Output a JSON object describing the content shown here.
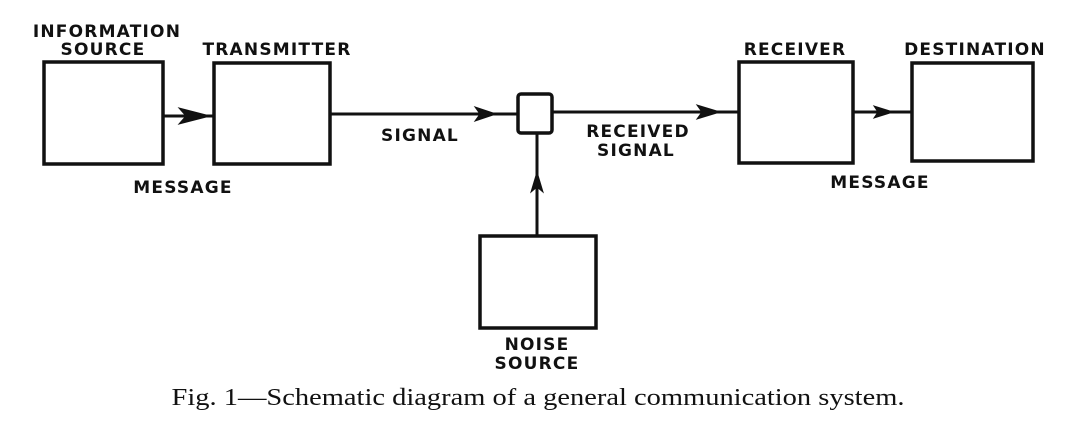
{
  "figure": {
    "caption": "Fig. 1—Schematic diagram of a general communication system.",
    "colors": {
      "ink": "#111111",
      "background": "#ffffff"
    }
  },
  "blocks": {
    "information_source": {
      "label_line1": "INFORMATION",
      "label_line2": "SOURCE"
    },
    "transmitter": {
      "label": "TRANSMITTER"
    },
    "noise_junction": {
      "label": ""
    },
    "noise_source": {
      "label_line1": "NOISE",
      "label_line2": "SOURCE"
    },
    "receiver": {
      "label": "RECEIVER"
    },
    "destination": {
      "label": "DESTINATION"
    }
  },
  "connections": [
    {
      "from": "information_source",
      "to": "transmitter",
      "label": "MESSAGE"
    },
    {
      "from": "transmitter",
      "to": "noise_junction",
      "label": "SIGNAL"
    },
    {
      "from": "noise_source",
      "to": "noise_junction",
      "label": ""
    },
    {
      "from": "noise_junction",
      "to": "receiver",
      "label_line1": "RECEIVED",
      "label_line2": "SIGNAL"
    },
    {
      "from": "receiver",
      "to": "destination",
      "label": "MESSAGE"
    }
  ]
}
